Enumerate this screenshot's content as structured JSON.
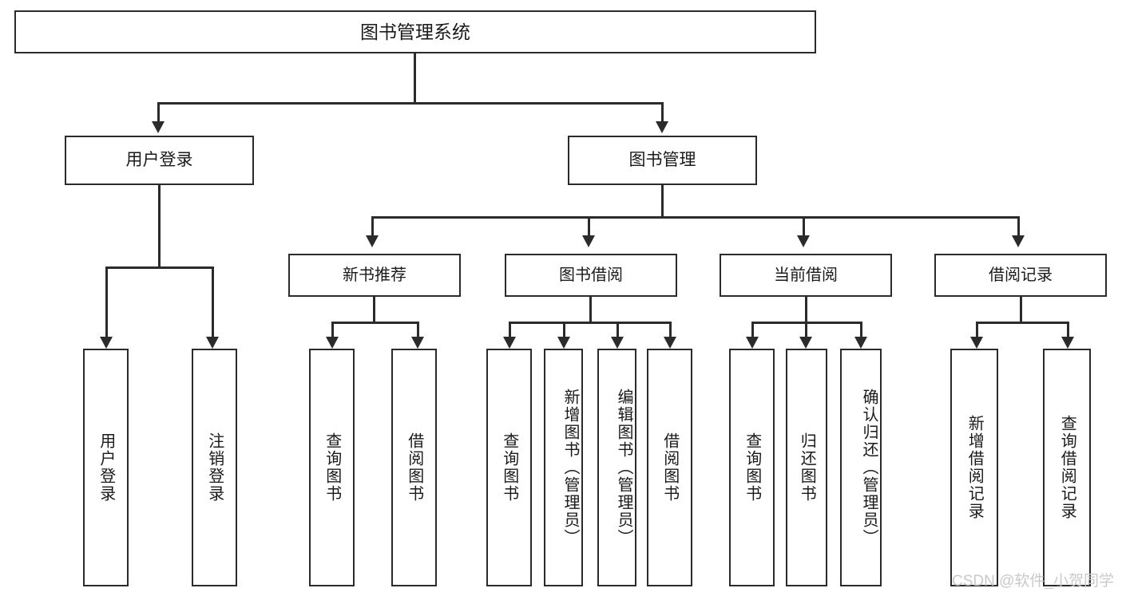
{
  "diagram": {
    "title": "图书管理系统",
    "type": "hierarchy-tree",
    "root": {
      "label": "图书管理系统"
    },
    "level2": [
      {
        "key": "user_login",
        "label": "用户登录"
      },
      {
        "key": "book_manage",
        "label": "图书管理"
      }
    ],
    "level3": [
      {
        "key": "new_book_rec",
        "label": "新书推荐"
      },
      {
        "key": "book_borrow",
        "label": "图书借阅"
      },
      {
        "key": "current_borrow",
        "label": "当前借阅"
      },
      {
        "key": "borrow_record",
        "label": "借阅记录"
      }
    ],
    "leaves": {
      "user_login": [
        {
          "label": "用户登录"
        },
        {
          "label": "注销登录"
        }
      ],
      "new_book_rec": [
        {
          "label": "查询图书"
        },
        {
          "label": "借阅图书"
        }
      ],
      "book_borrow": [
        {
          "label": "查询图书"
        },
        {
          "label": "新增图书（管理员）"
        },
        {
          "label": "编辑图书（管理员）"
        },
        {
          "label": "借阅图书"
        }
      ],
      "current_borrow": [
        {
          "label": "查询图书"
        },
        {
          "label": "归还图书"
        },
        {
          "label": "确认归还（管理员）"
        }
      ],
      "borrow_record": [
        {
          "label": "新增借阅记录"
        },
        {
          "label": "查询借阅记录"
        }
      ]
    }
  },
  "watermark": {
    "text": "CSDN @软件_小贺同学"
  },
  "colors": {
    "stroke": "#2b2b2b",
    "fill": "#ffffff",
    "text": "#1a1a1a",
    "watermark": "#c9c9c9"
  }
}
